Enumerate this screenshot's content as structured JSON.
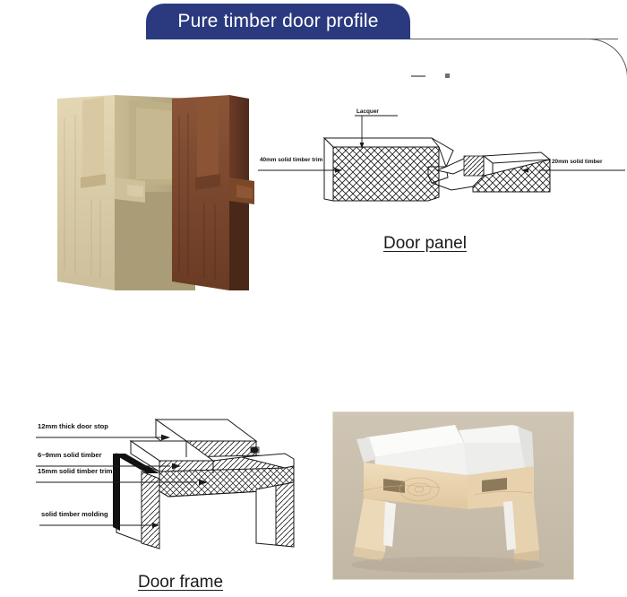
{
  "banner": {
    "title": "Pure timber door profile",
    "color": "#2b3a7f",
    "text_color": "#ffffff"
  },
  "photos": [
    {
      "name": "light-oak-door-section",
      "alt": "Light oak pure timber door cross-section sample"
    },
    {
      "name": "dark-walnut-door-section",
      "alt": "Dark walnut pure timber door cross-section sample"
    },
    {
      "name": "white-door-frame-sample",
      "alt": "White painted solid timber door frame sample photo"
    }
  ],
  "door_panel": {
    "caption": "Door panel",
    "labels": {
      "lacquer": "Lacquer",
      "left_trim": "40mm solid timber trim",
      "right_timber": "20mm solid timber"
    }
  },
  "door_frame": {
    "caption": "Door frame",
    "labels": {
      "door_stop": "12mm thick door stop",
      "solid_timber": "6~9mm solid timber",
      "timber_trim": "15mm solid timber trim",
      "molding": "solid timber molding"
    }
  }
}
